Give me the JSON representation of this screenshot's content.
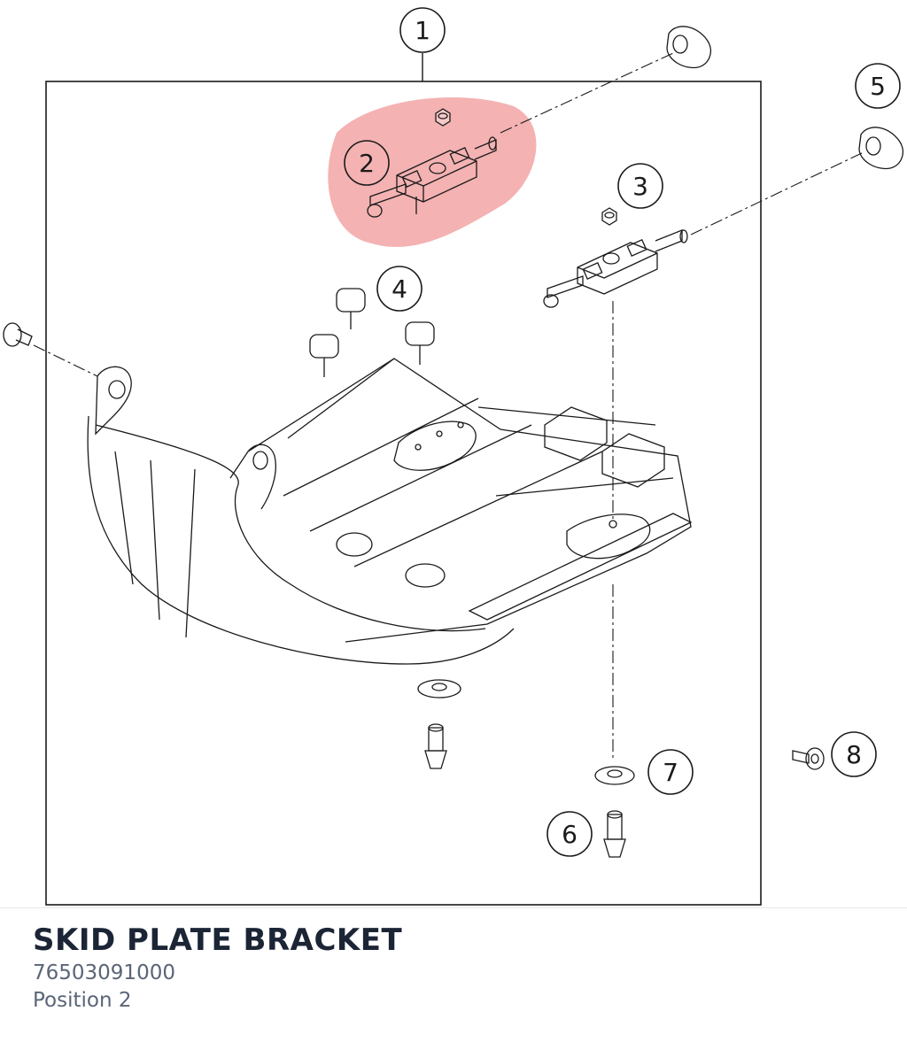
{
  "diagram": {
    "callouts": [
      "1",
      "2",
      "3",
      "4",
      "5",
      "6",
      "7",
      "8"
    ],
    "highlight_color": "#f2a5a5",
    "line_color": "#1a1a1a"
  },
  "part": {
    "title": "SKID PLATE BRACKET",
    "number": "76503091000",
    "position": "Position 2"
  }
}
